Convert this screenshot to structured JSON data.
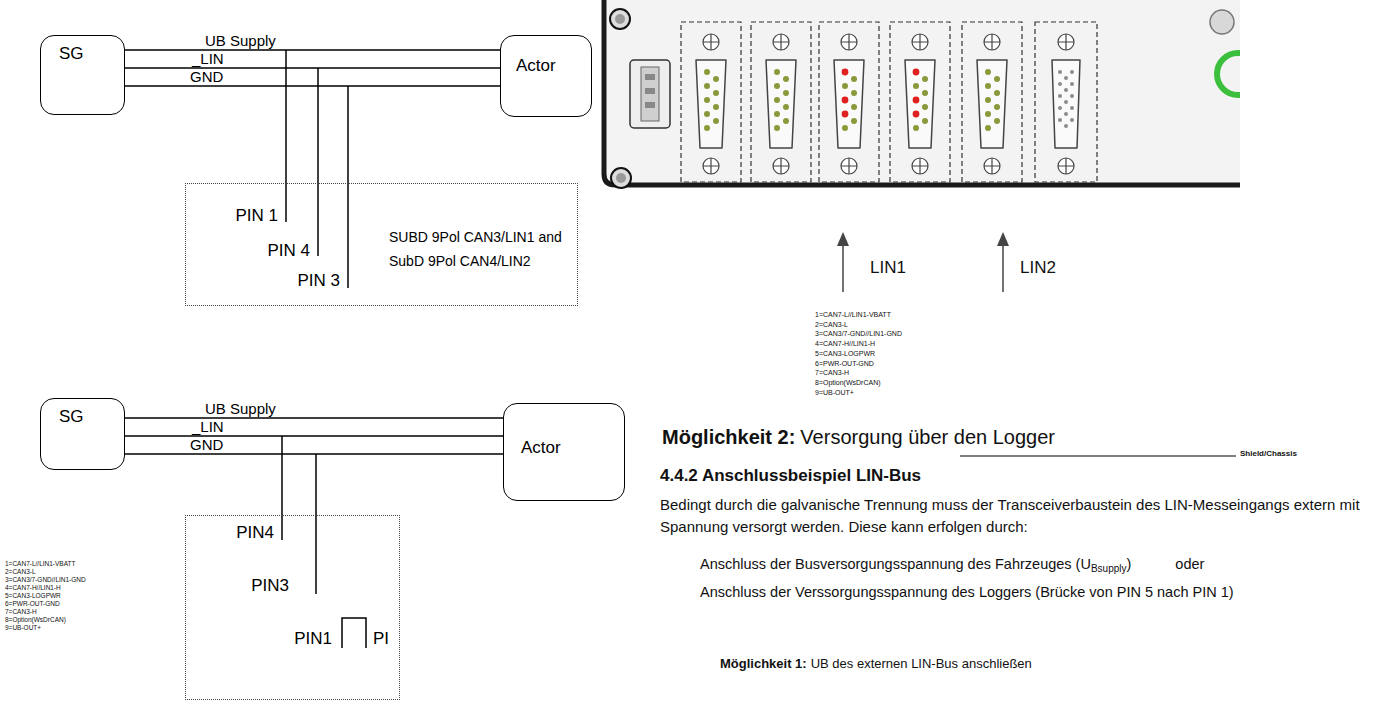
{
  "diagram": {
    "nodes": [
      {
        "text": [
          "SG"
        ]
      },
      {
        "text": [
          "Actor"
        ]
      },
      {
        "text": [
          "PIN 1",
          "PIN 4",
          "PIN 3",
          "SUBD 9Pol CAN3/LIN1 and SubD 9Pol CAN4/LIN2"
        ]
      },
      {
        "text": [
          "SG"
        ]
      },
      {
        "text": [
          "Actor"
        ]
      },
      {
        "text": [
          "PIN4",
          "PIN3",
          "PIN1",
          "PI"
        ]
      }
    ],
    "edges": [
      {
        "from": 0,
        "to": 1,
        "arrow": "none",
        "label": "UB Supply"
      },
      {
        "from": 0,
        "to": 1,
        "arrow": "none",
        "label": "_LIN"
      },
      {
        "from": 0,
        "to": 1,
        "arrow": "none",
        "label": "GND"
      },
      {
        "from": 3,
        "to": 4,
        "arrow": "none",
        "label": "UB Supply"
      },
      {
        "from": 3,
        "to": 4,
        "arrow": "none",
        "label": "_LIN"
      },
      {
        "from": 3,
        "to": 4,
        "arrow": "none",
        "label": "GND"
      }
    ],
    "labels": [
      "LIN1",
      "LIN2",
      "1=CAN7-L//LIN1-VBATT",
      "2=CAN3-L",
      "3=CAN3/7-GND//LIN1-GND",
      "4=CAN7-H//LIN1-H",
      "5=CAN3-LOGPWR",
      "6=PWR-OUT-GND",
      "7=CAN3-H",
      "8=Option(WsDrCAN)",
      "9=UB-OUT+",
      "1=CAN7-L//LIN1-VBATT",
      "2=CAN3-L",
      "3=CAN3/7-GND//LIN1-GND",
      "4=CAN7-H//LIN1-H",
      "5=CAN3-LOGPWR",
      "6=PWR-OUT-GND",
      "7=CAN3-H",
      "8=Option(WsDrCAN)",
      "9=UB-OUT+",
      "Möglichkeit 2:",
      "Versorgung über den Logger",
      "Shield/Chassis",
      "4.4.2 Anschlussbeispiel LIN-Bus",
      "Bedingt durch die galvanische Trennung muss der Transceiverbaustein des LIN-Messeingangs extern mit Spannung versorgt werden. Diese kann erfolgen durch:",
      "Anschluss der Busversorgungsspannung des Fahrzeuges (U",
      "Bsupply",
      ")",
      "oder",
      "Anschluss der Verssorgungsspannung des Loggers (Brücke von PIN 5 nach PIN 1)",
      "Möglichkeit 1:",
      "UB des externen LIN-Bus anschließen"
    ]
  }
}
